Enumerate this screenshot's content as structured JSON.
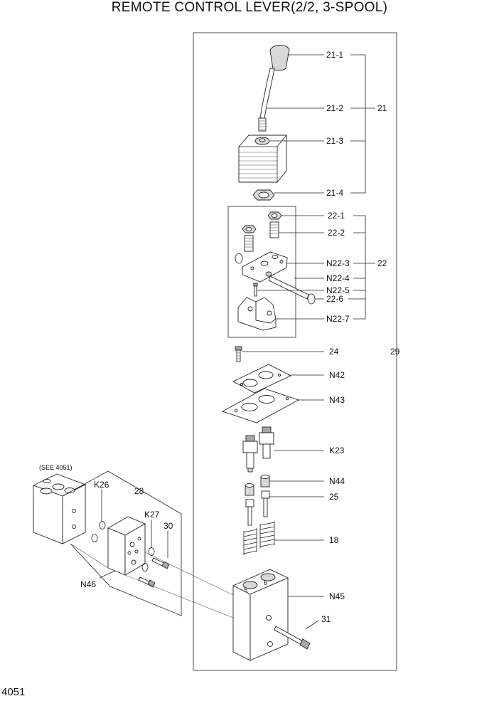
{
  "title": "REMOTE CONTROL LEVER(2/2, 3-SPOOL)",
  "page_number": "4051",
  "see_note": "(SEE 4051)",
  "labels": {
    "l21_1": "21-1",
    "l21_2": "21-2",
    "l21_3": "21-3",
    "l21_4": "21-4",
    "l21": "21",
    "l22_1": "22-1",
    "l22_2": "22-2",
    "lN22_3": "N22-3",
    "lN22_4": "N22-4",
    "lN22_5": "N22-5",
    "l22_6": "22-6",
    "lN22_7": "N22-7",
    "l22": "22",
    "l24": "24",
    "l29": "29",
    "lN42": "N42",
    "lN43": "N43",
    "lK23": "K23",
    "lN44": "N44",
    "l25": "25",
    "l18": "18",
    "lN45": "N45",
    "l31": "31",
    "lK26": "K26",
    "l28": "28",
    "lK27": "K27",
    "l30": "30",
    "lN46": "N46",
    "port5": "5",
    "port6": "6"
  }
}
